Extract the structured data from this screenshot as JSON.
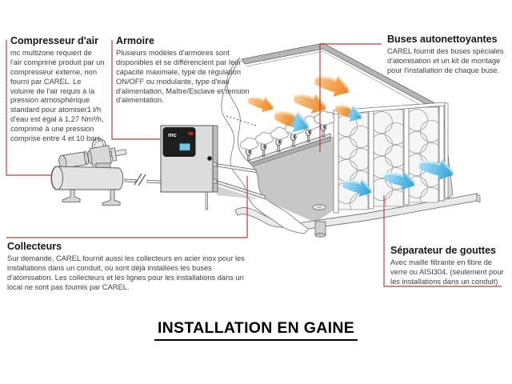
{
  "page": {
    "main_title": "INSTALLATION EN GAINE",
    "background": "#ffffff"
  },
  "colors": {
    "callout_line": "#b2423b",
    "arrow_orange": "#ee8420",
    "arrow_blue": "#2aa2d8",
    "cabinet_led": "#cc2222",
    "cabinet_display": "#79c6e9",
    "title_text": "#161616",
    "body_text": "#3f3f3f"
  },
  "callouts": {
    "compresseur": {
      "title": "Compresseur d'air",
      "body": "mc multizone requiert de l'air comprimé produit par un compresseur externe, non fourni par CAREL. Le volume de l'air requis à la pression atmosphérique standard pour atomiser1 l/h d'eau est égal à 1,27 Nm³/h, comprimé à une pression comprise entre 4 et 10 bars."
    },
    "armoire": {
      "title": "Armoire",
      "body": "Plusieurs modèles d'armoires sont disponibles et se différencient par leur capacité maximale, type de régulation ON/OFF ou modulante, type d'eau d'alimentation, Maître/Esclave et tension d'alimentation."
    },
    "buses": {
      "title": "Buses autonettoyantes",
      "body": "CAREL fournit des buses spéciales d'atomisation et un kit de montage pour l'installation de chaque buse."
    },
    "collecteurs": {
      "title": "Collecteurs",
      "body": "Sur demande, CAREL fournit aussi les collecteurs en acier inox pour les installations dans un conduit, où sont déjà installées les buses d'atomisation. Les collecteurs et les lignes pour les installations dans un local ne sont pas fournis par CAREL."
    },
    "separateur": {
      "title": "Séparateur de gouttes",
      "body": "Avec maille filtrante en fibre de verre ou AISI304. (seulement pour les installations dans un conduit)"
    }
  },
  "cabinet": {
    "logo": "mc"
  }
}
